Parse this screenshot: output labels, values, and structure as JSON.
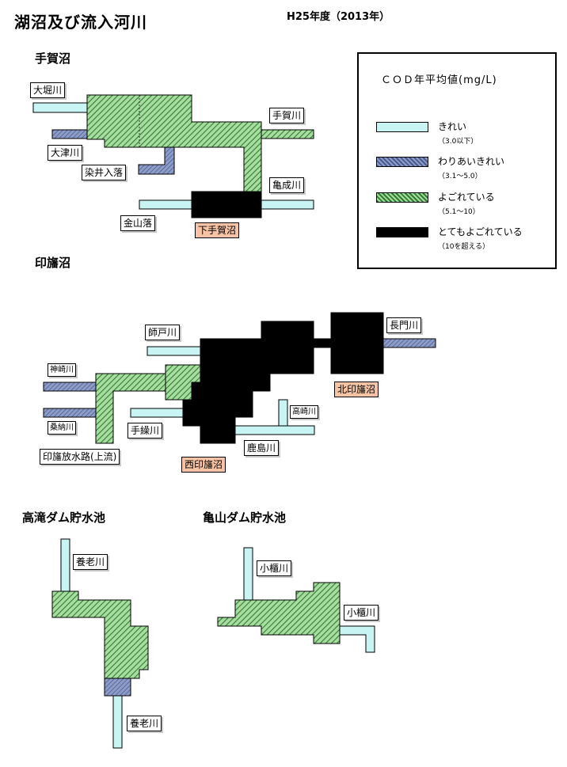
{
  "title": "湖沼及び流入河川",
  "year_label": "H25年度（2013年）",
  "colors": {
    "clean": "#c8f4f4",
    "moderate": "#6f7faf",
    "polluted_hatch_fg": "#2e7d32",
    "polluted_hatch_bg": "#a8dca0",
    "very_polluted": "#000000",
    "lake_label_bg": "#f6c4a4"
  },
  "legend": {
    "title": "ＣＯＤ年平均値(mg/L)",
    "items": [
      {
        "name": "きれい",
        "range": "（3.0以下）"
      },
      {
        "name": "わりあいきれい",
        "range": "（3.1～5.0）"
      },
      {
        "name": "よごれている",
        "range": "（5.1～10）"
      },
      {
        "name": "とてもよごれている",
        "range": "（10を超える）"
      }
    ]
  },
  "teganuma": {
    "heading": "手賀沼",
    "labels": {
      "ohori": "大堀川",
      "otsu": "大津川",
      "somei": "染井入落",
      "kaneyama": "金山落",
      "tega": "手賀川",
      "kamenari": "亀成川",
      "shimotega": "下手賀沼"
    }
  },
  "inbanuma": {
    "heading": "印旛沼",
    "labels": {
      "shido": "師戸川",
      "kanzaki": "神崎川",
      "kuwano": "桑納川",
      "housui": "印旛放水路(上流)",
      "tegurisen": "手繰川",
      "takasaki": "高崎川",
      "kashima": "鹿島川",
      "nagato": "長門川",
      "kita": "北印旛沼",
      "nishi": "西印旛沼"
    }
  },
  "takataki": {
    "heading": "高滝ダム貯水池",
    "labels": {
      "yoro_top": "養老川",
      "yoro_bottom": "養老川"
    }
  },
  "kameyama": {
    "heading": "亀山ダム貯水池",
    "labels": {
      "obitsu_top": "小櫃川",
      "obitsu_right": "小櫃川"
    }
  }
}
